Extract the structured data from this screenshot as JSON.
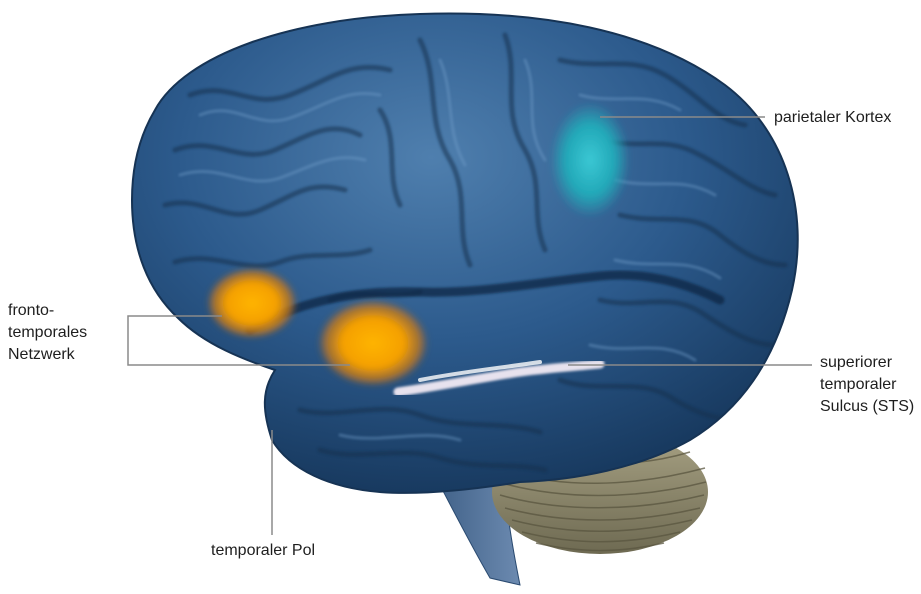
{
  "labels": {
    "parietal": {
      "lines": [
        "parietaler Kortex"
      ]
    },
    "fronto": {
      "lines": [
        "fronto-",
        "temporales",
        "Netzwerk"
      ]
    },
    "sts": {
      "lines": [
        "superiorer",
        "temporaler",
        "Sulcus (STS)"
      ]
    },
    "pole": {
      "lines": [
        "temporaler Pol"
      ]
    }
  },
  "colors": {
    "brain": "#2c5a8c",
    "brain_highlight": "#5f8fbd",
    "brain_shadow": "#17375a",
    "cerebellum": "#8f8a6c",
    "activation_orange": "#f5a000",
    "activation_teal": "#22a8b8",
    "sts_highlight": "#f2eaf4",
    "leader_line": "#8a8a8a",
    "text": "#1e1e1e"
  }
}
